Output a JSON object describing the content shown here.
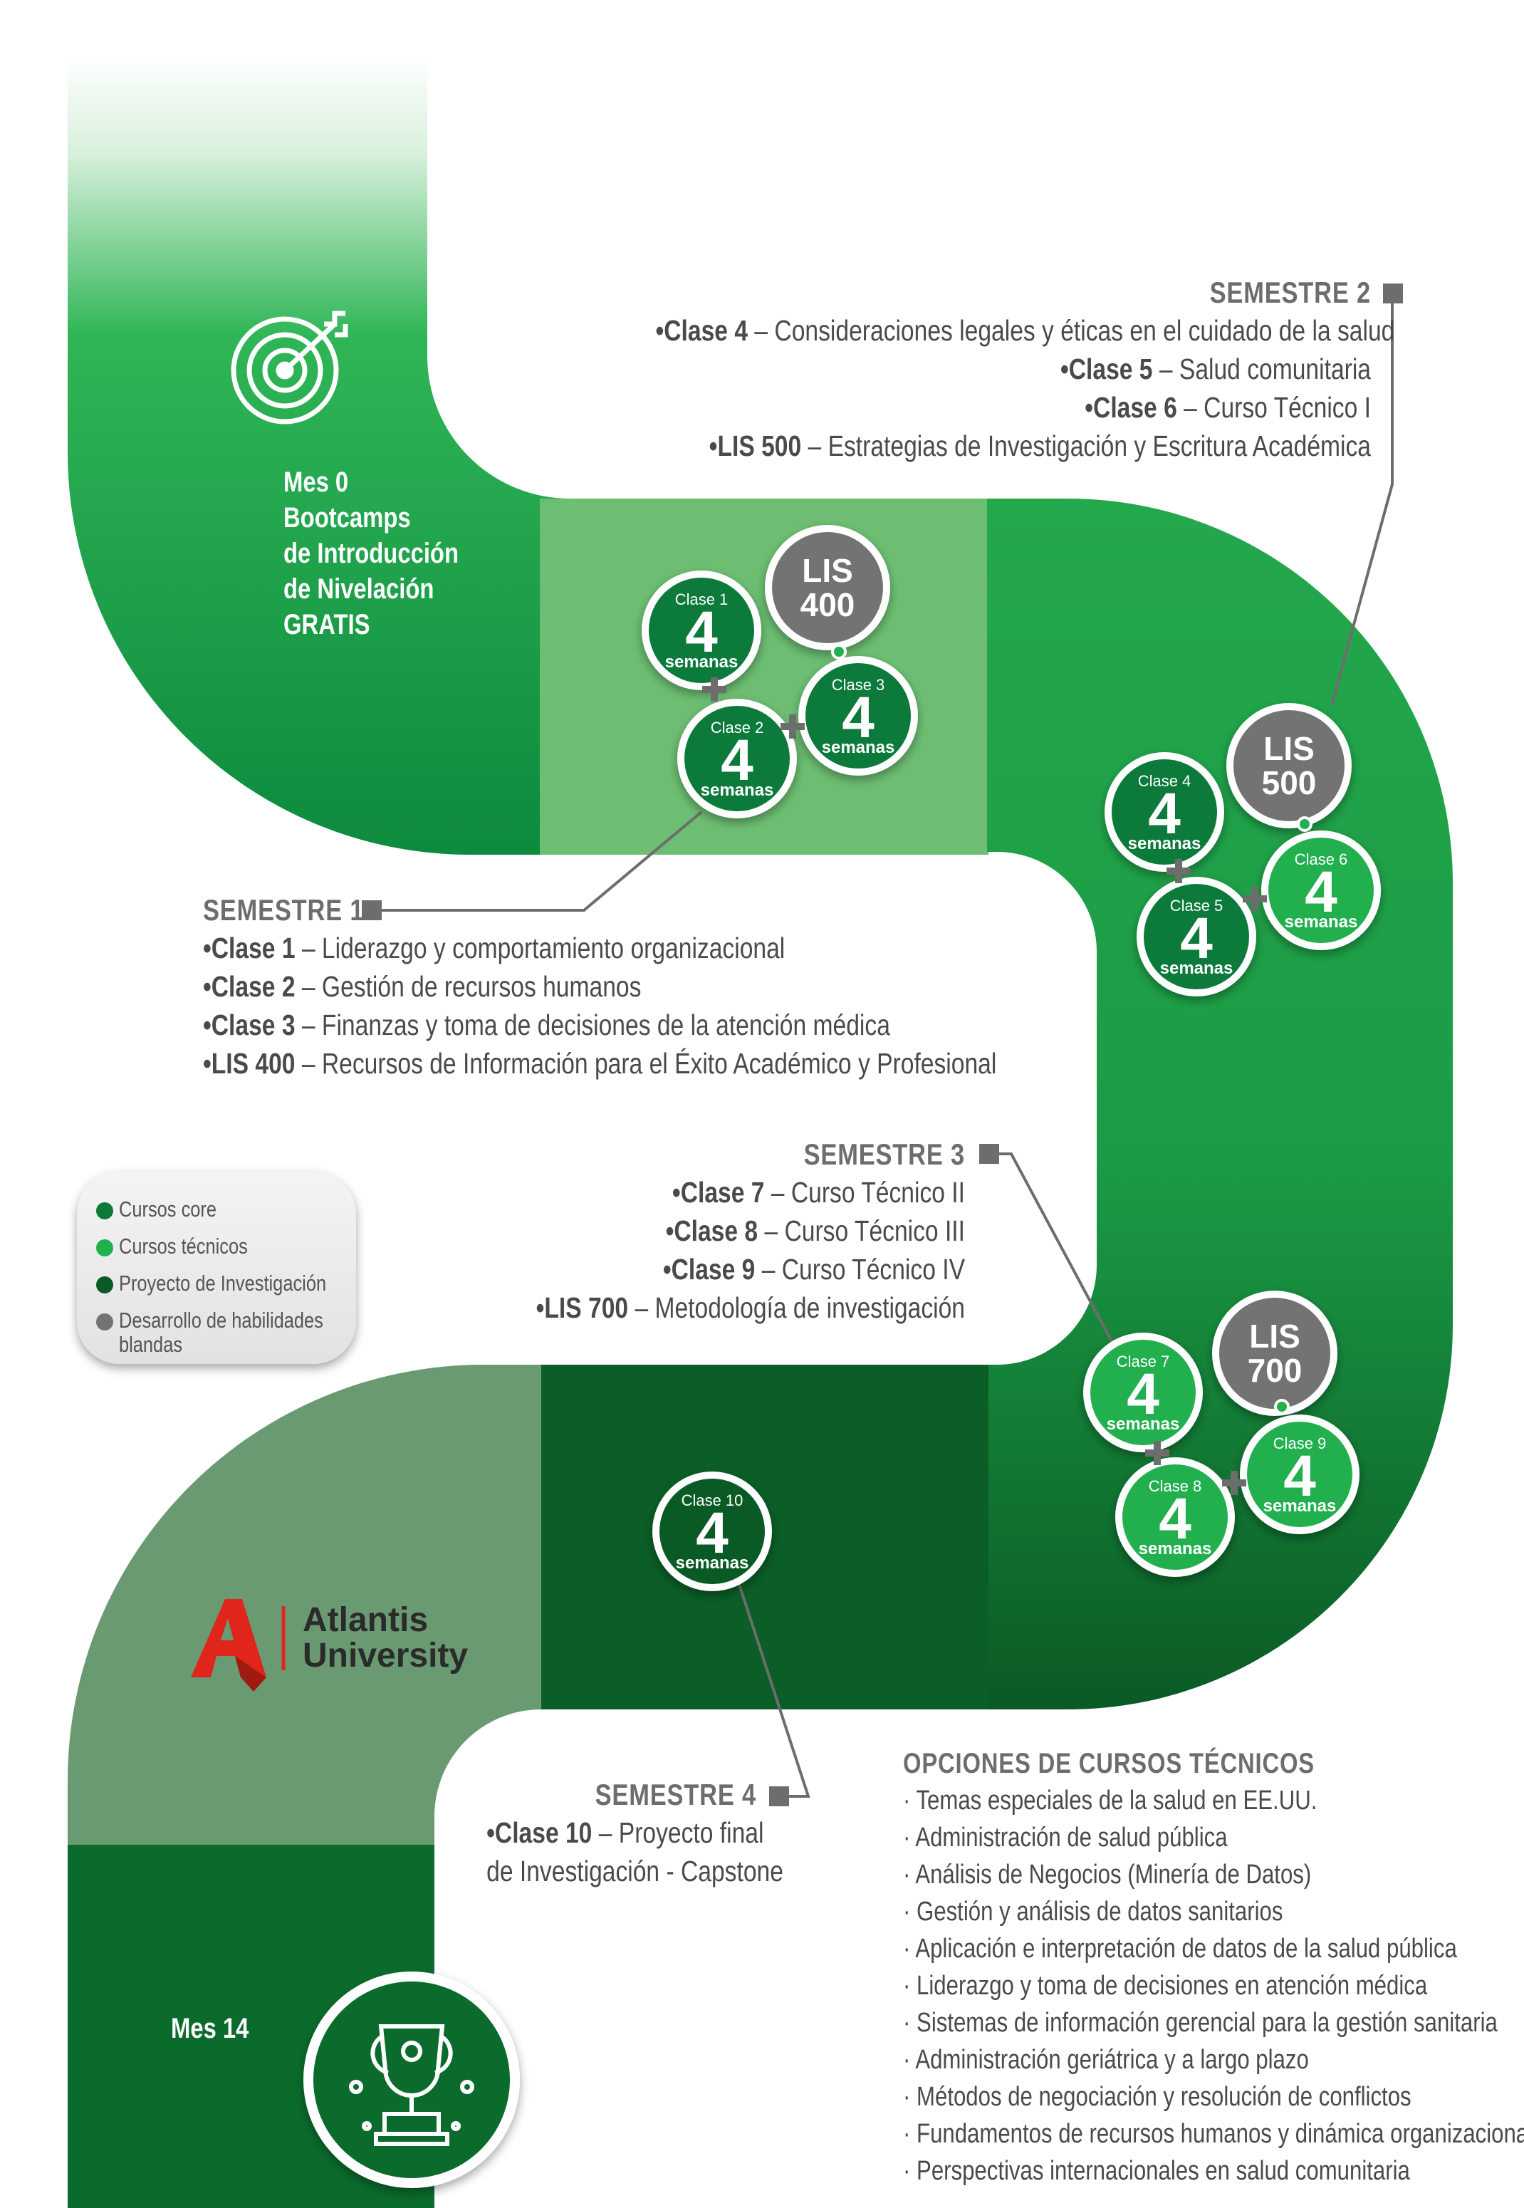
{
  "colors": {
    "core": "#0b7a3b",
    "tecnicos": "#22b04f",
    "investigacion": "#0a5a25",
    "blandas": "#737373",
    "light_band": "#6dbe72",
    "muted_band": "#6a9a72"
  },
  "start": {
    "icon": "target-icon",
    "lines": [
      "Mes 0",
      "Bootcamps",
      "de Introducción",
      "de Nivelación",
      "GRATIS"
    ]
  },
  "end": {
    "icon": "trophy-icon",
    "label": "Mes 14"
  },
  "logo": {
    "line1": "Atlantis",
    "line2": "University"
  },
  "semesters": [
    {
      "heading": "SEMESTRE 1",
      "items": [
        {
          "bold": "•Clase 1",
          "text": " – Liderazgo y comportamiento organizacional"
        },
        {
          "bold": "•Clase 2",
          "text": " – Gestión de recursos humanos"
        },
        {
          "bold": "•Clase 3",
          "text": " – Finanzas y toma de decisiones de la atención médica"
        },
        {
          "bold": "•LIS 400",
          "text": " – Recursos de Información para el Éxito Académico y Profesional"
        }
      ]
    },
    {
      "heading": "SEMESTRE 2",
      "items": [
        {
          "bold": "•Clase 4",
          "text": " – Consideraciones legales y éticas en el cuidado de la salud"
        },
        {
          "bold": "•Clase 5",
          "text": " – Salud comunitaria"
        },
        {
          "bold": "•Clase 6",
          "text": " – Curso Técnico I"
        },
        {
          "bold": "•LIS 500",
          "text": " – Estrategias de Investigación y Escritura Académica"
        }
      ]
    },
    {
      "heading": "SEMESTRE 3",
      "items": [
        {
          "bold": "•Clase 7",
          "text": " – Curso Técnico II"
        },
        {
          "bold": "•Clase 8",
          "text": " – Curso Técnico III"
        },
        {
          "bold": "•Clase 9",
          "text": " – Curso Técnico IV"
        },
        {
          "bold": "•LIS 700",
          "text": " – Metodología de investigación"
        }
      ]
    },
    {
      "heading": "SEMESTRE 4",
      "items": [
        {
          "bold": "•Clase 10",
          "text": " – Proyecto final"
        },
        {
          "bold": "",
          "text": "de Investigación - Capstone"
        }
      ]
    }
  ],
  "badges": {
    "weeks_number": "4",
    "weeks_label": "semanas",
    "classes": [
      "Clase 1",
      "Clase 2",
      "Clase 3",
      "Clase 4",
      "Clase 5",
      "Clase 6",
      "Clase 7",
      "Clase 8",
      "Clase 9",
      "Clase 10"
    ],
    "lis": [
      {
        "top": "LIS",
        "bottom": "400"
      },
      {
        "top": "LIS",
        "bottom": "500"
      },
      {
        "top": "LIS",
        "bottom": "700"
      }
    ]
  },
  "legend": [
    {
      "label": "Cursos core",
      "color": "#0b7a3b"
    },
    {
      "label": "Cursos técnicos",
      "color": "#22b04f"
    },
    {
      "label": "Proyecto de Investigación",
      "color": "#0a5a25"
    },
    {
      "label": "Desarrollo de habilidades",
      "color": "#737373"
    },
    {
      "label": "blandas",
      "color": ""
    }
  ],
  "technical_options": {
    "heading": "OPCIONES DE CURSOS TÉCNICOS",
    "items": [
      "· Temas especiales de la salud en EE.UU.",
      "· Administración de salud pública",
      "· Análisis de Negocios (Minería de Datos)",
      "· Gestión y análisis de datos sanitarios",
      "· Aplicación e interpretación de datos de la salud pública",
      "· Liderazgo y toma de decisiones en atención médica",
      "· Sistemas de información gerencial para la gestión sanitaria",
      "· Administración geriátrica y a largo plazo",
      "· Métodos de negociación y resolución de conflictos",
      "· Fundamentos de recursos humanos y dinámica organizacional",
      "· Perspectivas internacionales en salud comunitaria"
    ]
  }
}
